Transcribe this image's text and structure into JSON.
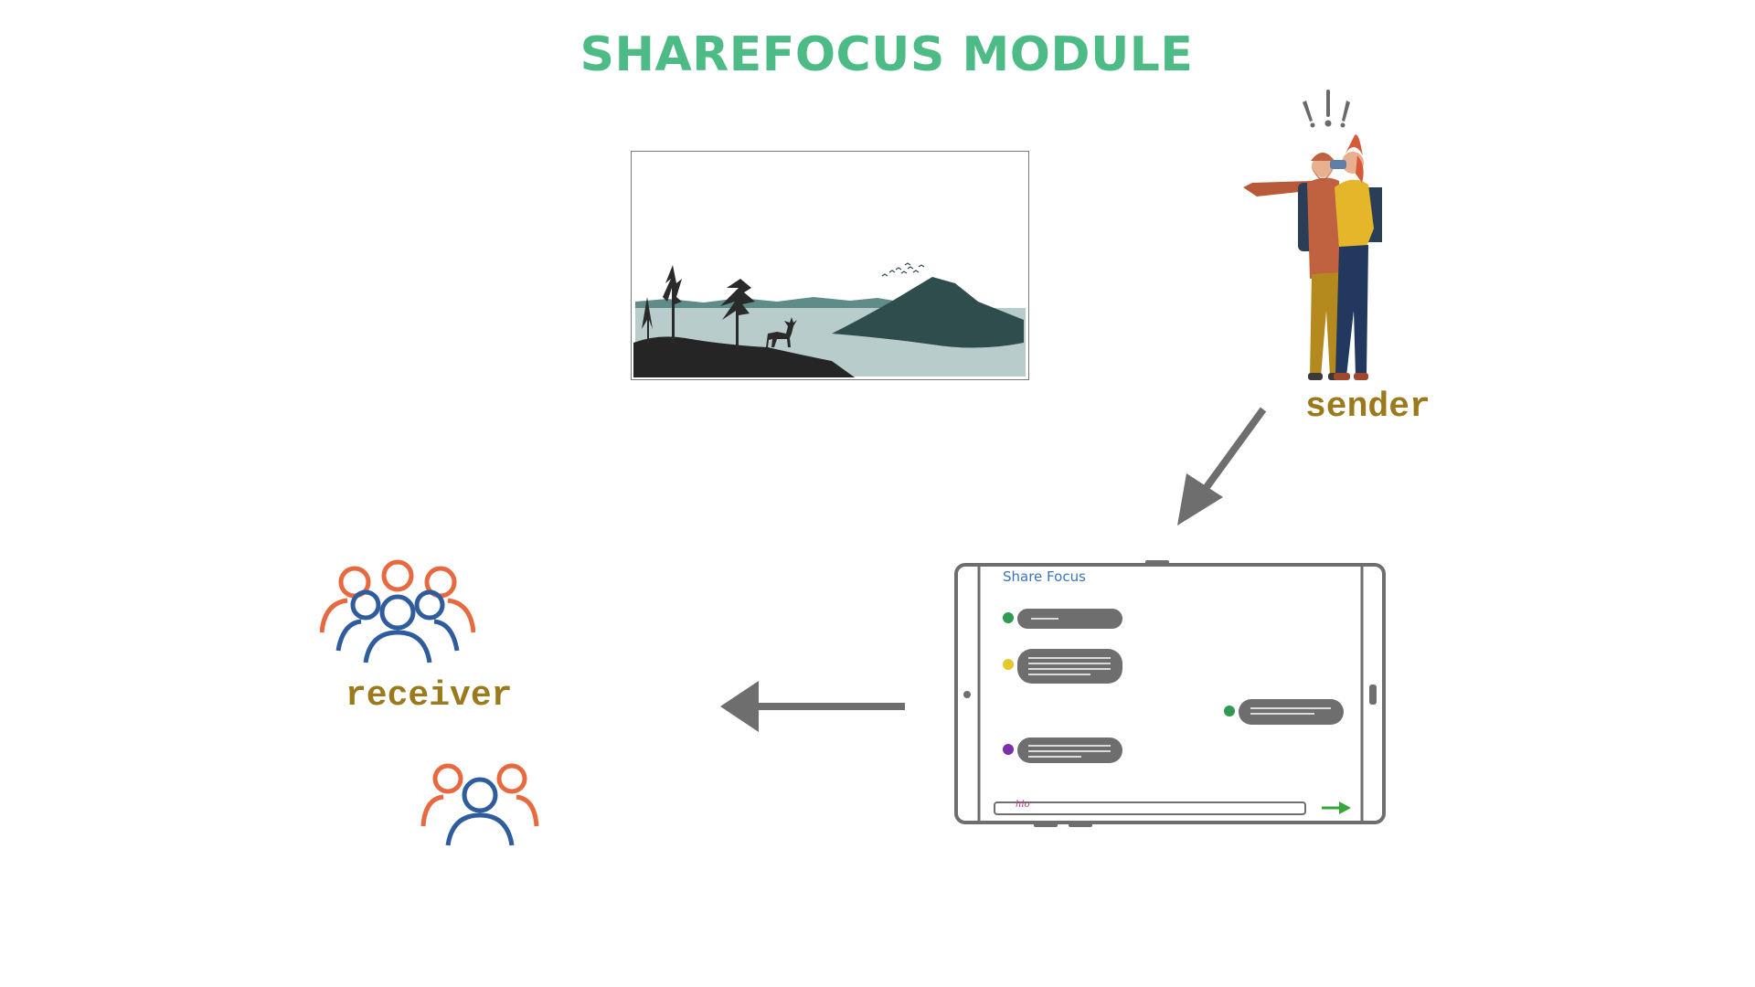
{
  "title": "SHAREFOCUS MODULE",
  "sender_label": "sender",
  "receiver_label": "receiver",
  "tablet": {
    "app_title": "Share Focus",
    "input_value": "hlo",
    "message_dot_colors": [
      "#2e9a52",
      "#e5c82b",
      "#2e9a52",
      "#7b2fa8"
    ]
  },
  "colors": {
    "title": "#4cbb86",
    "label": "#9a7a1c",
    "arrow": "#6e6e6e",
    "group_outer": "#e8693f",
    "group_inner": "#2f5c9c",
    "send_arrow": "#35a63a"
  },
  "icons": [
    "landscape-deer-image",
    "hikers-binoculars-illustration",
    "arrow-down-left-icon",
    "arrow-left-icon",
    "people-group-icon",
    "tablet-device",
    "send-arrow-icon"
  ]
}
